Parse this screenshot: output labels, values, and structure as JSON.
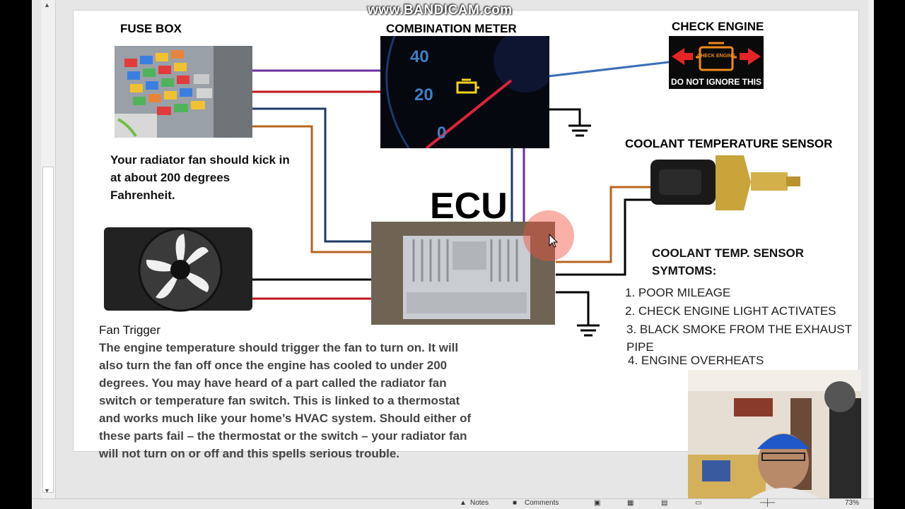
{
  "watermark": "www.BANDICAM.com",
  "slide": {
    "fuse_box_label": "FUSE BOX",
    "meter_label": "COMBINATION METER",
    "meter_numbers": [
      "40",
      "20",
      "0"
    ],
    "check_engine_label": "CHECK ENGINE",
    "check_engine_icon_text": "CHECK ENGINE",
    "check_engine_warning": "DO NOT IGNORE THIS",
    "coolant_sensor_label": "COOLANT TEMPERATURE SENSOR",
    "ecu_label": "ECU",
    "radiator_note": "Your radiator fan should kick in at about 200 degrees Fahrenheit.",
    "fan_trigger_title": "Fan Trigger",
    "fan_trigger_body": "The engine temperature should trigger the fan to turn on. It will also turn the fan off once the engine has cooled to under 200 degrees. You may have heard of a part called the radiator fan switch or temperature fan switch. This is linked to a thermostat and works much like your home’s HVAC system. Should either of these parts fail – the thermostat or the switch – your radiator fan will not turn on or off and this spells serious trouble.",
    "symptoms_title": "COOLANT TEMP. SENSOR SYMTOMS:",
    "symptoms": [
      "1. POOR MILEAGE",
      "2. CHECK ENGINE LIGHT ACTIVATES",
      "3. BLACK SMOKE FROM THE EXHAUST PIPE",
      "4. ENGINE OVERHEATS"
    ]
  },
  "statusbar": {
    "notes_label": "Notes",
    "comments_label": "Comments",
    "zoom": "73%"
  },
  "colors": {
    "wire_purple": "#6b2fa0",
    "wire_red": "#c0141c",
    "wire_navy": "#1f3a66",
    "wire_orange": "#b8641e",
    "wire_black": "#000000",
    "wire_blue_arrow": "#3a6fb8",
    "ground_black": "#000000"
  }
}
